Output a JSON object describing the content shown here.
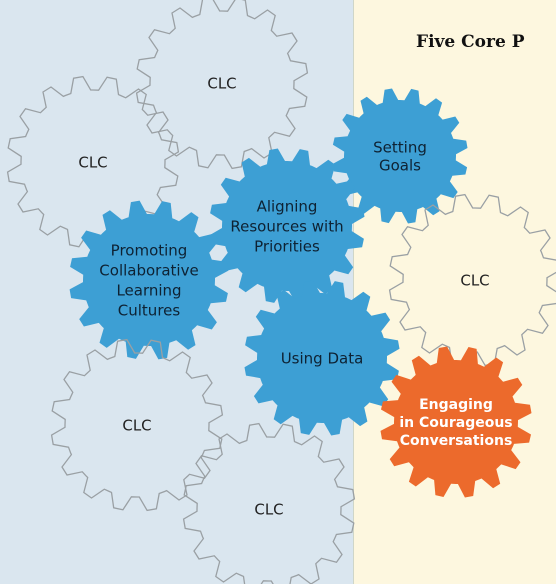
{
  "heading": "Five Core P",
  "gears": [
    {
      "id": "clc-top",
      "lines": [
        "CLC"
      ],
      "style": "outline"
    },
    {
      "id": "clc-left",
      "lines": [
        "CLC"
      ],
      "style": "outline"
    },
    {
      "id": "setting-goals",
      "lines": [
        "Setting",
        "Goals"
      ],
      "style": "blue"
    },
    {
      "id": "aligning-resources",
      "lines": [
        "Aligning",
        "Resources with",
        "Priorities"
      ],
      "style": "blue"
    },
    {
      "id": "promoting-cultures",
      "lines": [
        "Promoting",
        "Collaborative",
        "Learning",
        "Cultures"
      ],
      "style": "blue"
    },
    {
      "id": "clc-mid-right",
      "lines": [
        "CLC"
      ],
      "style": "outline"
    },
    {
      "id": "using-data",
      "lines": [
        "Using Data"
      ],
      "style": "blue"
    },
    {
      "id": "courageous-conversations",
      "lines": [
        "Engaging",
        "in Courageous",
        "Conversations"
      ],
      "style": "orange"
    },
    {
      "id": "clc-bottom-left",
      "lines": [
        "CLC"
      ],
      "style": "outline"
    },
    {
      "id": "clc-bottom",
      "lines": [
        "CLC"
      ],
      "style": "outline"
    }
  ],
  "colors": {
    "blue": "#3d9fd4",
    "orange": "#ec6a2c",
    "outline": "#9aa0a4",
    "left_bg": "#dae6ef",
    "right_bg": "#fdf7df"
  }
}
